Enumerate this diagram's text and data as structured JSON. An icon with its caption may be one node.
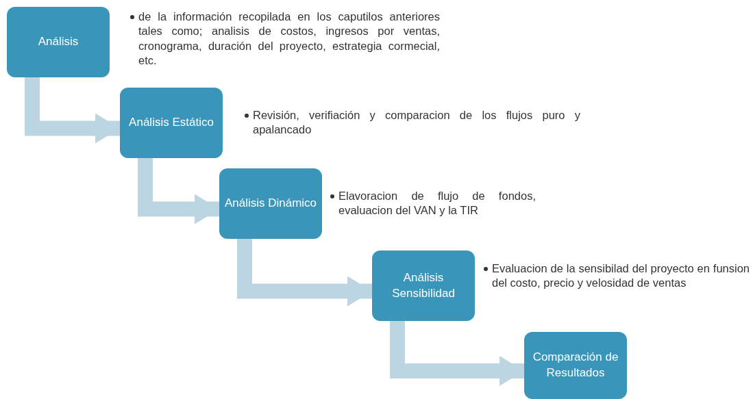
{
  "diagram": {
    "nodes": [
      {
        "text": [
          "Análisis"
        ],
        "beside": [
          "de la información recopilada en los caputilos anteriores tales como; analisis de costos, ingresos por ventas, cronograma, duración del proyecto, estrategia cormecial, etc."
        ]
      },
      {
        "text": [
          "Análisis Estático"
        ],
        "beside": [
          "Revisión, verifiación y comparacion de los flujos puro y apalancado"
        ]
      },
      {
        "text": [
          "Análisis Dinámico"
        ],
        "beside": [
          "Elavoracion de flujo de fondos, evaluacion del VAN y la TIR"
        ]
      },
      {
        "text": [
          "Análisis Sensibilidad"
        ],
        "beside": [
          "Evaluacion de la sensibilad del proyecto en funsion del costo, precio y velosidad de ventas"
        ]
      },
      {
        "text": [
          "Comparación de Resultados"
        ]
      }
    ],
    "edges": [
      {
        "from": 0,
        "to": 1,
        "arrow": "to"
      },
      {
        "from": 1,
        "to": 2,
        "arrow": "to"
      },
      {
        "from": 2,
        "to": 3,
        "arrow": "to"
      },
      {
        "from": 3,
        "to": 4,
        "arrow": "to"
      }
    ]
  }
}
